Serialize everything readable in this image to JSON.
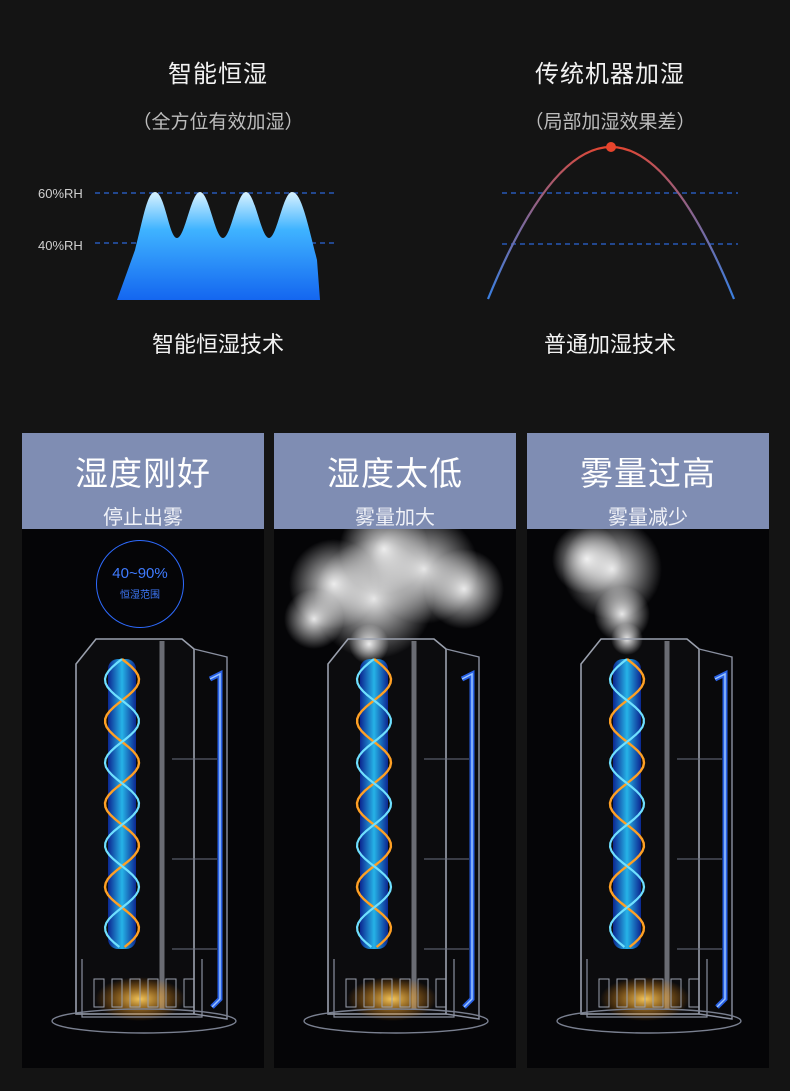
{
  "comparison": {
    "left": {
      "title": "智能恒湿",
      "subtitle": "（全方位有效加湿）",
      "tech_label": "智能恒湿技术",
      "rh_high": "60%RH",
      "rh_low": "40%RH"
    },
    "right": {
      "title": "传统机器加湿",
      "subtitle": "（局部加湿效果差）",
      "tech_label": "普通加湿技术"
    }
  },
  "panels": [
    {
      "title": "湿度刚好",
      "subtitle": "停止出雾",
      "mist_level": "none",
      "badge": {
        "value": "40~90%",
        "label": "恒湿范围"
      }
    },
    {
      "title": "湿度太低",
      "subtitle": "雾量加大",
      "mist_level": "high"
    },
    {
      "title": "雾量过高",
      "subtitle": "雾量减少",
      "mist_level": "low"
    }
  ],
  "colors": {
    "panel_header": "#7f8db3",
    "accent_blue": "#2e6bff",
    "glow_orange": "#ffa024",
    "curve_red": "#e8442c"
  }
}
